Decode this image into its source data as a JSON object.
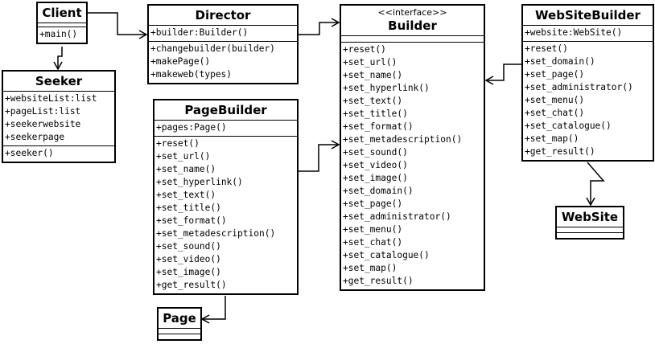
{
  "classes": {
    "client": {
      "name": "Client",
      "attributes": [],
      "methods": [
        "+main()"
      ]
    },
    "seeker": {
      "name": "Seeker",
      "attributes": [
        "+websiteList:list",
        "+pageList:list",
        "+seekerwebsite",
        "+seekerpage"
      ],
      "methods": [
        "+seeker()"
      ]
    },
    "director": {
      "name": "Director",
      "attributes": [
        "+builder:Builder()"
      ],
      "methods": [
        "+changebuilder(builder)",
        "+makePage()",
        "+makeweb(types)"
      ]
    },
    "builder": {
      "stereotype": "<<interface>>",
      "name": "Builder",
      "attributes": [],
      "methods": [
        "+reset()",
        "+set_url()",
        "+set_name()",
        "+set_hyperlink()",
        "+set_text()",
        "+set_title()",
        "+set_format()",
        "+set_metadescription()",
        "+set_sound()",
        "+set_video()",
        "+set_image()",
        "+set_domain()",
        "+set_page()",
        "+set_administrator()",
        "+set_menu()",
        "+set_chat()",
        "+set_catalogue()",
        "+set_map()",
        "+get_result()"
      ]
    },
    "websitebuilder": {
      "name": "WebSiteBuilder",
      "attributes": [
        "+website:WebSite()"
      ],
      "methods": [
        "+reset()",
        "+set_domain()",
        "+set_page()",
        "+set_administrator()",
        "+set_menu()",
        "+set_chat()",
        "+set_catalogue()",
        "+set_map()",
        "+get_result()"
      ]
    },
    "pagebuilder": {
      "name": "PageBuilder",
      "attributes": [
        "+pages:Page()"
      ],
      "methods": [
        "+reset()",
        "+set_url()",
        "+set_name()",
        "+set_hyperlink()",
        "+set_text()",
        "+set_title()",
        "+set_format()",
        "+set_metadescription()",
        "+set_sound()",
        "+set_video()",
        "+set_image()",
        "+get_result()"
      ]
    },
    "website": {
      "name": "WebSite",
      "attributes": [],
      "methods": []
    },
    "page": {
      "name": "Page",
      "attributes": [],
      "methods": []
    }
  }
}
